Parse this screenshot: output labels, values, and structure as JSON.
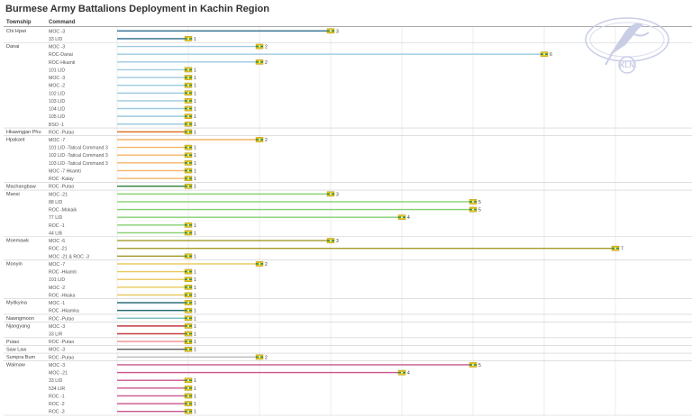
{
  "title": "Burmese Army Battalions Deployment in Kachin Region",
  "headers": {
    "township": "Township",
    "command": "Command"
  },
  "logo_text": "KLN",
  "colors": {
    "Chi Hpwi": "#2e6b8c",
    "Danai": "#9ecae1",
    "Hkawngjan Phu": "#e0742a",
    "Hpakant": "#f5b466",
    "Machangbaw": "#2f7d36",
    "Mansi": "#86cf70",
    "Moemawk": "#a39a2b",
    "Monyin": "#e8c85a",
    "Myitkyina": "#2b6f78",
    "Nawngmoon": "#7fc1c5",
    "Njangyang": "#c43a40",
    "Putao": "#f08a8e",
    "Saw Law": "#5a5a5a",
    "Sumpra Bum": "#bbbbbb",
    "Waimaw": "#c9548c"
  },
  "chart_data": {
    "type": "bar",
    "title": "Burmese Army Battalions Deployment in Kachin Region",
    "orientation": "horizontal",
    "xlim": [
      0,
      7
    ],
    "grid": true,
    "groups": [
      {
        "township": "Chi Hpwi",
        "rows": [
          {
            "command": "MOC -3",
            "value": 3
          },
          {
            "command": "33 LID",
            "value": 1
          }
        ]
      },
      {
        "township": "Danai",
        "rows": [
          {
            "command": "MOC -3",
            "value": 2
          },
          {
            "command": "ROC-Danai",
            "value": 6
          },
          {
            "command": "ROC-Hkamti",
            "value": 2
          },
          {
            "command": "101 LID",
            "value": 1
          },
          {
            "command": "MOC -3",
            "value": 1
          },
          {
            "command": "MOC -2",
            "value": 1
          },
          {
            "command": "102 LID",
            "value": 1
          },
          {
            "command": "103 LID",
            "value": 1
          },
          {
            "command": "104 LID",
            "value": 1
          },
          {
            "command": "105 LID",
            "value": 1
          },
          {
            "command": "BSO -1",
            "value": 1
          }
        ]
      },
      {
        "township": "Hkawngjan Phu",
        "rows": [
          {
            "command": "ROC -Putao",
            "value": 1
          }
        ]
      },
      {
        "township": "Hpakant",
        "rows": [
          {
            "command": "MOC -7",
            "value": 2
          },
          {
            "command": "101 LID -Tatical Command 3",
            "value": 1
          },
          {
            "command": "102 LID -Tatical Command 3",
            "value": 1
          },
          {
            "command": "103 LID -Tatical Command 3",
            "value": 1
          },
          {
            "command": "MOC -7 Hkamti",
            "value": 1
          },
          {
            "command": "ROC -Kalay",
            "value": 1
          }
        ]
      },
      {
        "township": "Machangbaw",
        "rows": [
          {
            "command": "ROC -Putao",
            "value": 1
          }
        ]
      },
      {
        "township": "Mansi",
        "rows": [
          {
            "command": "MOC -21",
            "value": 3
          },
          {
            "command": "88 LID",
            "value": 5
          },
          {
            "command": "ROC -Mokaik",
            "value": 5
          },
          {
            "command": "77 LID",
            "value": 4
          },
          {
            "command": "ROC -1",
            "value": 1
          },
          {
            "command": "44 LIB",
            "value": 1
          }
        ]
      },
      {
        "township": "Moemawk",
        "rows": [
          {
            "command": "MOC -6",
            "value": 3
          },
          {
            "command": "ROC -21",
            "value": 7
          },
          {
            "command": "MOC -21 & ROC -3",
            "value": 1
          }
        ]
      },
      {
        "township": "Monyin",
        "rows": [
          {
            "command": "MOC -7",
            "value": 2
          },
          {
            "command": "ROC -Hkamti",
            "value": 1
          },
          {
            "command": "101 LID",
            "value": 1
          },
          {
            "command": "MOC -2",
            "value": 1
          },
          {
            "command": "ROC -Hkaka",
            "value": 1
          }
        ]
      },
      {
        "township": "Myitkyina",
        "rows": [
          {
            "command": "MOC -1",
            "value": 1
          },
          {
            "command": "ROC -Hkamka",
            "value": 1
          }
        ]
      },
      {
        "township": "Nawngmoon",
        "rows": [
          {
            "command": "ROC -Putao",
            "value": 1
          }
        ]
      },
      {
        "township": "Njangyang",
        "rows": [
          {
            "command": "MOC -3",
            "value": 1
          },
          {
            "command": "33 LIR",
            "value": 1
          }
        ]
      },
      {
        "township": "Putao",
        "rows": [
          {
            "command": "ROC -Putao",
            "value": 1
          }
        ]
      },
      {
        "township": "Saw Law",
        "rows": [
          {
            "command": "MOC -3",
            "value": 1
          }
        ]
      },
      {
        "township": "Sumpra Bum",
        "rows": [
          {
            "command": "ROC -Putao",
            "value": 2
          }
        ]
      },
      {
        "township": "Waimaw",
        "rows": [
          {
            "command": "MOC -3",
            "value": 5
          },
          {
            "command": "MOC -21",
            "value": 4
          },
          {
            "command": "33 LID",
            "value": 1
          },
          {
            "command": "534 LIR",
            "value": 1
          },
          {
            "command": "ROC -1",
            "value": 1
          },
          {
            "command": "ROC -2",
            "value": 1
          },
          {
            "command": "ROC -3",
            "value": 1
          }
        ]
      }
    ]
  }
}
